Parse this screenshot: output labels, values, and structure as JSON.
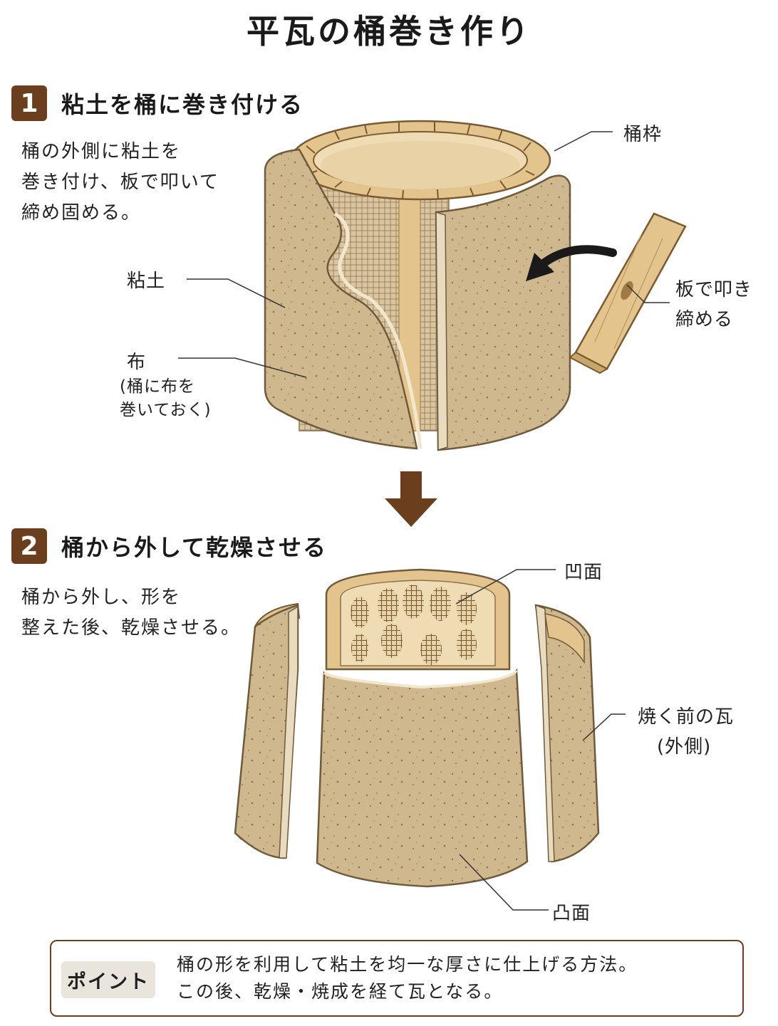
{
  "title": "平瓦の桶巻き作り",
  "step1": {
    "number": "1",
    "heading": "粘土を桶に巻き付ける",
    "desc": [
      "桶の外側に粘土を",
      "巻き付け、板で叩いて",
      "締め固める。"
    ],
    "labels": {
      "oke_waku": "桶枠",
      "nendo": "粘土",
      "nuno": "布",
      "nuno_note": [
        "(桶に布を",
        "巻いておく)"
      ],
      "ita": [
        "板で叩き",
        "締める"
      ]
    }
  },
  "step2": {
    "number": "2",
    "heading": "桶から外して乾燥させる",
    "desc": [
      "桶から外し、形を",
      "整えた後、乾燥させる。"
    ],
    "labels": {
      "oumen": "凹面",
      "totsumen": "凸面",
      "kawara": "焼く前の瓦",
      "kawara_note": "(外側)"
    }
  },
  "point": {
    "badge": "ポイント",
    "lines": [
      "桶の形を利用して粘土を均一な厚さに仕上げる方法。",
      "この後、乾燥・焼成を経て瓦となる。"
    ]
  },
  "colors": {
    "accent_brown": "#6b3f1d",
    "clay": "#cfb88e",
    "wood": "#e3c48c",
    "badge_bg": "#e9e5dd"
  }
}
